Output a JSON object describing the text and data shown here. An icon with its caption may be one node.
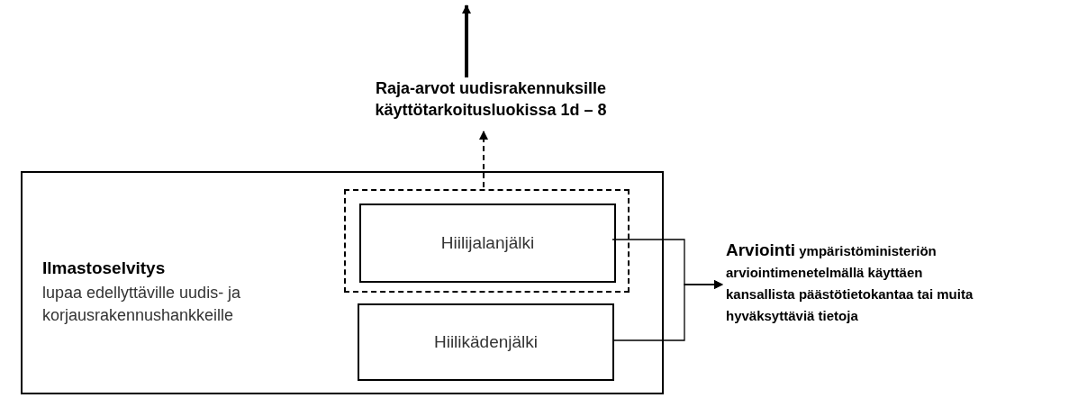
{
  "diagram": {
    "nodes": [
      {
        "text": [
          "Ilmastoselvitys",
          "lupaa edellyttäville uudis- ja korjausrakennushankkeille"
        ]
      },
      {
        "text": [],
        "shape": "box",
        "in": 0
      },
      {
        "text": [
          "Hiilijalanjälki"
        ],
        "in": 1
      },
      {
        "text": [
          "Hiilikädenjälki"
        ],
        "in": 0
      },
      {
        "text": [
          "**Raja-arvot** uudisrakennuksille käyttötarkoitusluokissa 1d – 8"
        ]
      },
      {
        "text": [
          "**Arviointi** ympäristöministeriön arviointimenetelmällä käyttäen kansallista päästötietokantaa tai muita hyväksyttäviä tietoja"
        ]
      }
    ],
    "edges": [
      {
        "from": 1,
        "to": 4,
        "arrow": "to",
        "style": "dashed"
      },
      {
        "from": 4,
        "to": null,
        "arrow": "to",
        "style": "thick"
      },
      {
        "from": 2,
        "to": 5,
        "arrow": "to"
      },
      {
        "from": 3,
        "to": 5,
        "arrow": "to"
      }
    ]
  }
}
